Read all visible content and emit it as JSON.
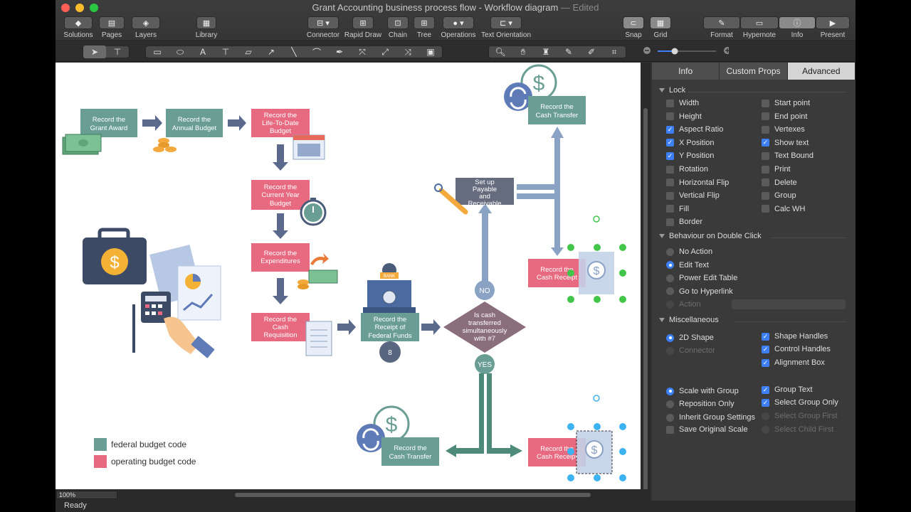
{
  "window": {
    "title": "Grant Accounting business process flow - Workflow diagram",
    "edited": " — Edited"
  },
  "toolbar": {
    "solutions": "Solutions",
    "pages": "Pages",
    "layers": "Layers",
    "library": "Library",
    "connector": "Connector",
    "rapid_draw": "Rapid Draw",
    "chain": "Chain",
    "tree": "Tree",
    "operations": "Operations",
    "text_orientation": "Text Orientation",
    "snap": "Snap",
    "grid": "Grid",
    "format": "Format",
    "hypernote": "Hypernote",
    "info": "Info",
    "present": "Present"
  },
  "tabs": [
    "Info",
    "Custom Props",
    "Advanced"
  ],
  "lock": {
    "title": "Lock",
    "left": [
      {
        "label": "Width",
        "checked": false
      },
      {
        "label": "Height",
        "checked": false
      },
      {
        "label": "Aspect Ratio",
        "checked": true
      },
      {
        "label": "X Position",
        "checked": true
      },
      {
        "label": "Y Position",
        "checked": true
      },
      {
        "label": "Rotation",
        "checked": false
      },
      {
        "label": "Horizontal Flip",
        "checked": false
      },
      {
        "label": "Vertical Flip",
        "checked": false
      },
      {
        "label": "Fill",
        "checked": false
      },
      {
        "label": "Border",
        "checked": false
      }
    ],
    "right": [
      {
        "label": "Start point",
        "checked": false
      },
      {
        "label": "End point",
        "checked": false
      },
      {
        "label": "Vertexes",
        "checked": false
      },
      {
        "label": "Show text",
        "checked": true
      },
      {
        "label": "Text Bound",
        "checked": false
      },
      {
        "label": "Print",
        "checked": false
      },
      {
        "label": "Delete",
        "checked": false
      },
      {
        "label": "Group",
        "checked": false
      },
      {
        "label": "Calc WH",
        "checked": false
      }
    ]
  },
  "dblclick": {
    "title": "Behaviour on Double Click",
    "options": [
      "No Action",
      "Edit Text",
      "Power Edit Table",
      "Go to Hyperlink",
      "Action"
    ],
    "selected": "Edit Text"
  },
  "misc": {
    "title": "Miscellaneous",
    "shape2d": "2D Shape",
    "connector": "Connector",
    "shape_handles": "Shape Handles",
    "control_handles": "Control Handles",
    "alignment_box": "Alignment Box",
    "scale_with_group": "Scale with Group",
    "reposition_only": "Reposition Only",
    "inherit_group_settings": "Inherit Group Settings",
    "save_original_scale": "Save Original Scale",
    "group_text": "Group Text",
    "select_group_only": "Select Group Only",
    "select_group_first": "Select Group First",
    "select_child_first": "Select Child First"
  },
  "diagram": {
    "grant_award": "Record the Grant Award",
    "annual_budget": "Record the Annual Budget",
    "ltd_budget": "Record the Life-To-Date Budget",
    "cy_budget": "Record the Current Year Budget",
    "expenditures": "Record the Expenditures",
    "cash_req": "Record the Cash Requisition",
    "receipt_ff": "Record the Receipt of Federal Funds",
    "step_number": "8",
    "decision": "Is cash transferred simultaneously with #7",
    "no": "NO",
    "yes": "YES",
    "payable": "Set up Payable and Receivable",
    "cash_transfer_top": "Record the Cash Transfer",
    "cash_transfer_bottom": "Record the Cash Transfer",
    "cash_receipt_top": "Record the Cash Receipt",
    "cash_receipt_bottom": "Record the Cash Receipt",
    "bank": "BANK",
    "legend_federal": "federal budget code",
    "legend_operating": "operating budget code",
    "colors": {
      "federal": "#6a9e94",
      "operating": "#e86a80",
      "navy": "#5a6a8c",
      "gray_box": "#646c7e"
    }
  },
  "zoom": "100%",
  "status": "Ready"
}
